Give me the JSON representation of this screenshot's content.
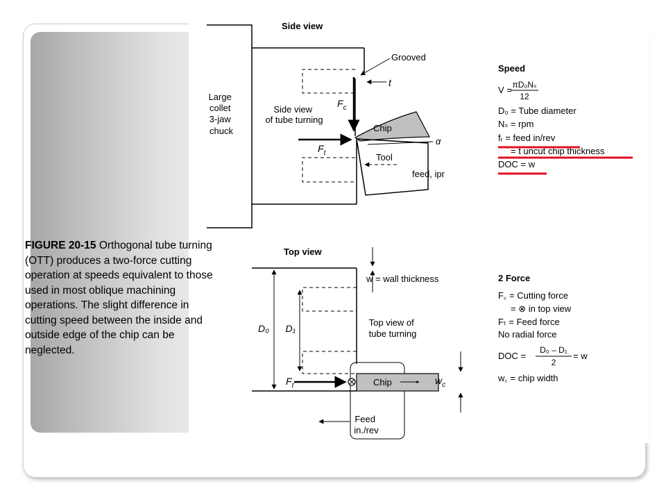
{
  "caption": {
    "label": "FIGURE 20-15",
    "text": " Orthogonal tube turning (OTT) produces a two-force cutting operation at speeds equivalent to those used in most oblique machining operations. The slight difference in cutting speed between the inside and outside edge of the chip can be neglected."
  },
  "side_view": {
    "title": "Side view",
    "chuck": [
      "Large",
      "collet",
      "3-jaw",
      "chuck"
    ],
    "grooved": "Grooved",
    "t": "t",
    "fc": "F",
    "fc_sub": "c",
    "side_label": [
      "Side view",
      "of tube turning"
    ],
    "chip": "Chip",
    "alpha": "α",
    "ft": "F",
    "ft_sub": "t",
    "tool": "Tool",
    "feed": "feed, ipr"
  },
  "speed": {
    "title": "Speed",
    "v_prefix": "V = ",
    "v_numerator": "πD₀Nₛ",
    "v_denominator": "12",
    "d0": "D₀ = Tube diameter",
    "ns": "Nₛ = rpm",
    "fr": "fᵣ = feed in/rev",
    "t_line": "= t  uncut chip thickness",
    "doc": "DOC = w"
  },
  "top_view": {
    "title": "Top view",
    "w_label": "w = wall thickness",
    "d0": "D₀",
    "d1": "D₁",
    "top_label": [
      "Top view of",
      "tube turning"
    ],
    "ft": "F",
    "ft_sub": "t",
    "chip": "Chip",
    "wc": "w",
    "wc_sub": "c",
    "feed": [
      "Feed",
      "in./rev"
    ]
  },
  "force": {
    "title": "2 Force",
    "fc": "F꜀ = Cutting force",
    "fc2": "= ⊗ in top view",
    "ft": "Fₜ = Feed force",
    "radial": "No radial force",
    "doc_prefix": "DOC = ",
    "doc_numerator": "D₀ – D₁",
    "doc_denominator": "2",
    "doc_suffix": " = w",
    "wc": "w꜀ = chip width"
  },
  "colors": {
    "highlight": "#e01020",
    "chip_fill": "#c0c0c0"
  }
}
